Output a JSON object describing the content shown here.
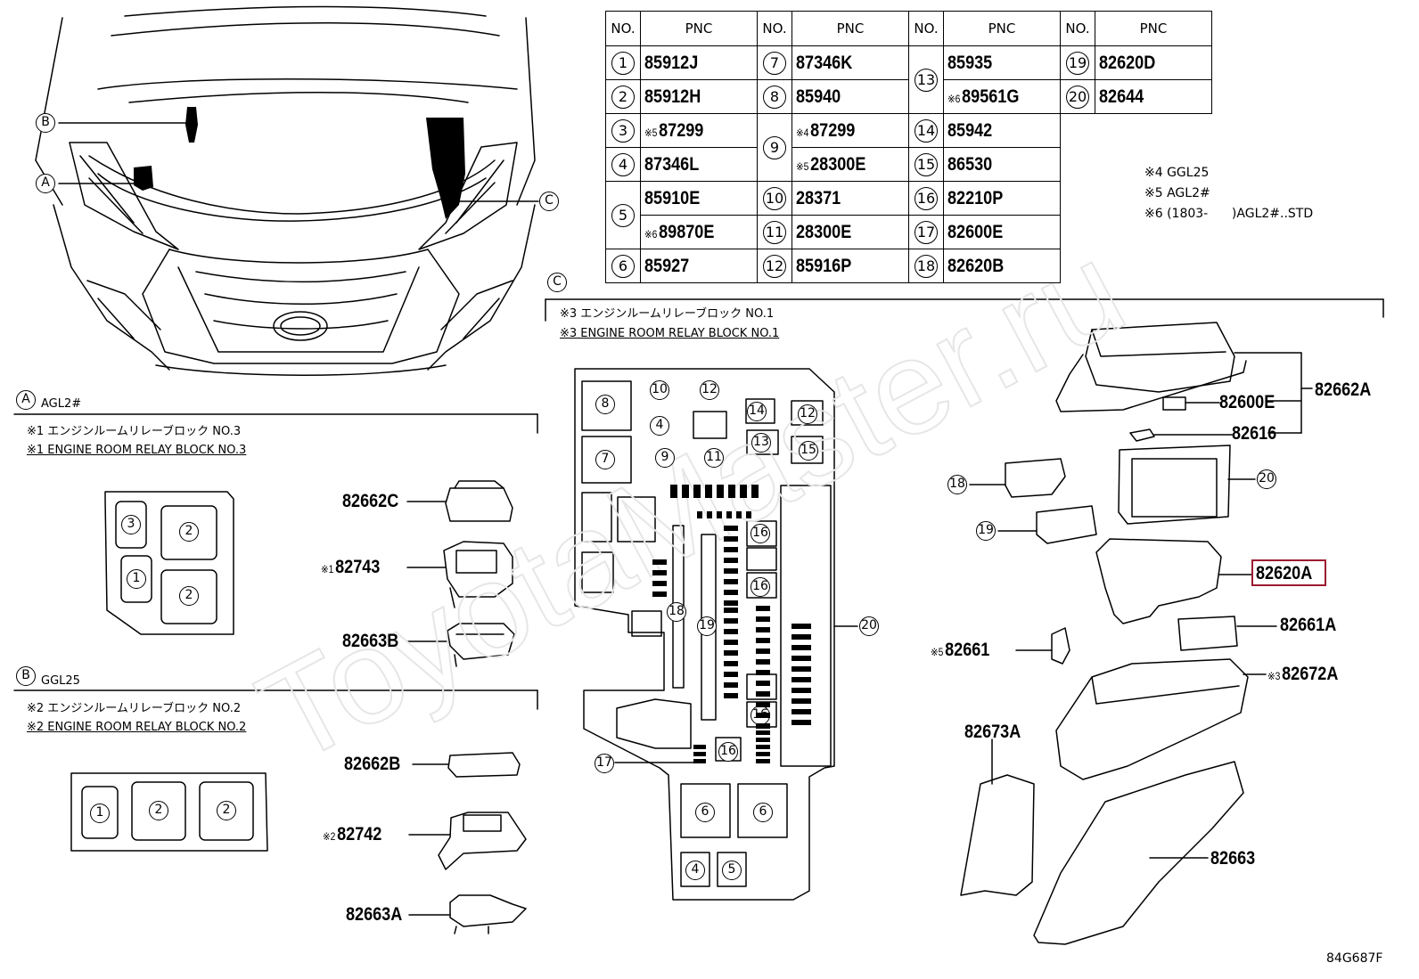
{
  "table": {
    "headers": [
      "NO.",
      "PNC",
      "NO.",
      "PNC",
      "NO.",
      "PNC",
      "NO.",
      "PNC"
    ],
    "col1": [
      {
        "no": "1",
        "pnc": "85912J"
      },
      {
        "no": "2",
        "pnc": "85912H"
      },
      {
        "no": "3",
        "note": "※5",
        "pnc": "87299"
      },
      {
        "no": "4",
        "pnc": "87346L"
      },
      {
        "no": "5",
        "pnc": "85910E",
        "note2": "※6",
        "pnc2": "89870E"
      },
      {
        "no": "6",
        "pnc": "85927"
      }
    ],
    "col2": [
      {
        "no": "7",
        "pnc": "87346K"
      },
      {
        "no": "8",
        "pnc": "85940"
      },
      {
        "no": "9",
        "note": "※4",
        "pnc": "87299",
        "note2": "※5",
        "pnc2": "28300E"
      },
      {
        "no": "10",
        "pnc": "28371"
      },
      {
        "no": "11",
        "pnc": "28300E"
      },
      {
        "no": "12",
        "pnc": "85916P"
      }
    ],
    "col3": [
      {
        "no": "13",
        "pnc": "85935",
        "note2": "※6",
        "pnc2": "89561G"
      },
      {
        "no": "14",
        "pnc": "85942"
      },
      {
        "no": "15",
        "pnc": "86530"
      },
      {
        "no": "16",
        "pnc": "82210P"
      },
      {
        "no": "17",
        "pnc": "82600E"
      },
      {
        "no": "18",
        "pnc": "82620B"
      }
    ],
    "col4": [
      {
        "no": "19",
        "pnc": "82620D"
      },
      {
        "no": "20",
        "pnc": "82644"
      }
    ]
  },
  "footnotes": [
    "※4 GGL25",
    "※5 AGL2#",
    "※6 (1803-      )AGL2#..STD"
  ],
  "callouts": {
    "a": "A",
    "b": "B",
    "c": "C"
  },
  "section_a": {
    "letter": "A",
    "model": "AGL2#",
    "title_jp": "※1 エンジンルームリレーブロック NO.3",
    "title_en": "※1 ENGINE ROOM RELAY BLOCK NO.3",
    "parts": [
      "82662C",
      "82743",
      "82663B"
    ],
    "part_notes": {
      "82743": "※1"
    },
    "slots": [
      "3",
      "2",
      "1",
      "2"
    ]
  },
  "section_b": {
    "letter": "B",
    "model": "GGL25",
    "title_jp": "※2 エンジンルームリレーブロック NO.2",
    "title_en": "※2 ENGINE ROOM RELAY BLOCK NO.2",
    "parts": [
      "82662B",
      "82742",
      "82663A"
    ],
    "part_notes": {
      "82742": "※2"
    },
    "slots": [
      "1",
      "2",
      "2"
    ]
  },
  "section_c": {
    "letter": "C",
    "title_jp": "※3 エンジンルームリレーブロック NO.1",
    "title_en": "※3 ENGINE ROOM RELAY BLOCK NO.1",
    "layout_numbers": [
      "8",
      "10",
      "12",
      "14",
      "12",
      "4",
      "13",
      "7",
      "9",
      "11",
      "15",
      "16",
      "16",
      "16",
      "16",
      "18",
      "19",
      "20",
      "17",
      "6",
      "6",
      "4",
      "5"
    ],
    "parts": {
      "p82662A": "82662A",
      "p82600E": "82600E",
      "p82616": "82616",
      "p82620A": "82620A",
      "p82661A": "82661A",
      "p82661": "82661",
      "p82661_note": "※5",
      "p82672A": "82672A",
      "p82672A_note": "※3",
      "p82673A": "82673A",
      "p82663": "82663"
    },
    "exploded_callouts": [
      "18",
      "20",
      "19"
    ],
    "highlight_color": "#9b1b30"
  },
  "figure_code": "84G687F",
  "watermark": "ToyotaMaster.ru"
}
